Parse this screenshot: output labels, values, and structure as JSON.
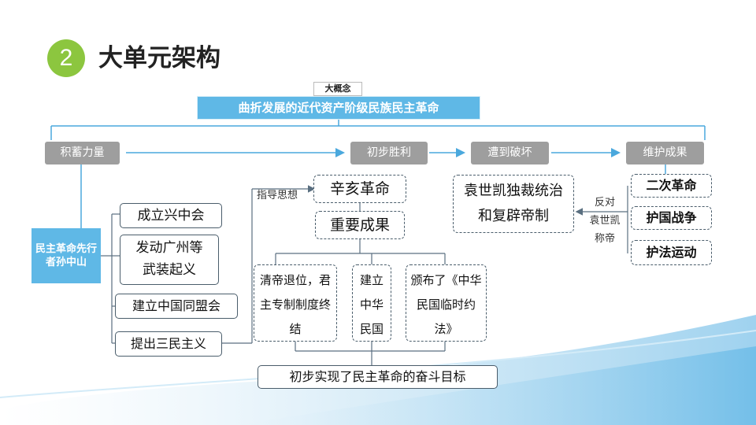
{
  "header": {
    "number": "2",
    "title": "大单元架构"
  },
  "big_concept": {
    "label": "大概念",
    "title": "曲折发展的近代资产阶级民族民主革命"
  },
  "stages": {
    "s1": "积蓄力量",
    "s2": "初步胜利",
    "s3": "遭到破坏",
    "s4": "维护成果"
  },
  "leader": {
    "name": "民主革命先行者孙中山"
  },
  "activities": [
    "成立兴中会",
    "发动广州等武装起义",
    "建立中国同盟会",
    "提出三民主义"
  ],
  "guide_label": "指导思想",
  "revolution": {
    "title": "辛亥革命",
    "achievements_title": "重要成果"
  },
  "achievements": [
    "清帝退位，君主专制制度终结",
    "建立中华民国",
    "颁布了《中华民国临时约法》"
  ],
  "result": "初步实现了民主革命的奋斗目标",
  "destruction": "袁世凯独裁统治和复辟帝制",
  "oppose_label": [
    "反对",
    "袁世凯",
    "称帝"
  ],
  "defense": [
    "二次革命",
    "护国战争",
    "护法运动"
  ]
}
